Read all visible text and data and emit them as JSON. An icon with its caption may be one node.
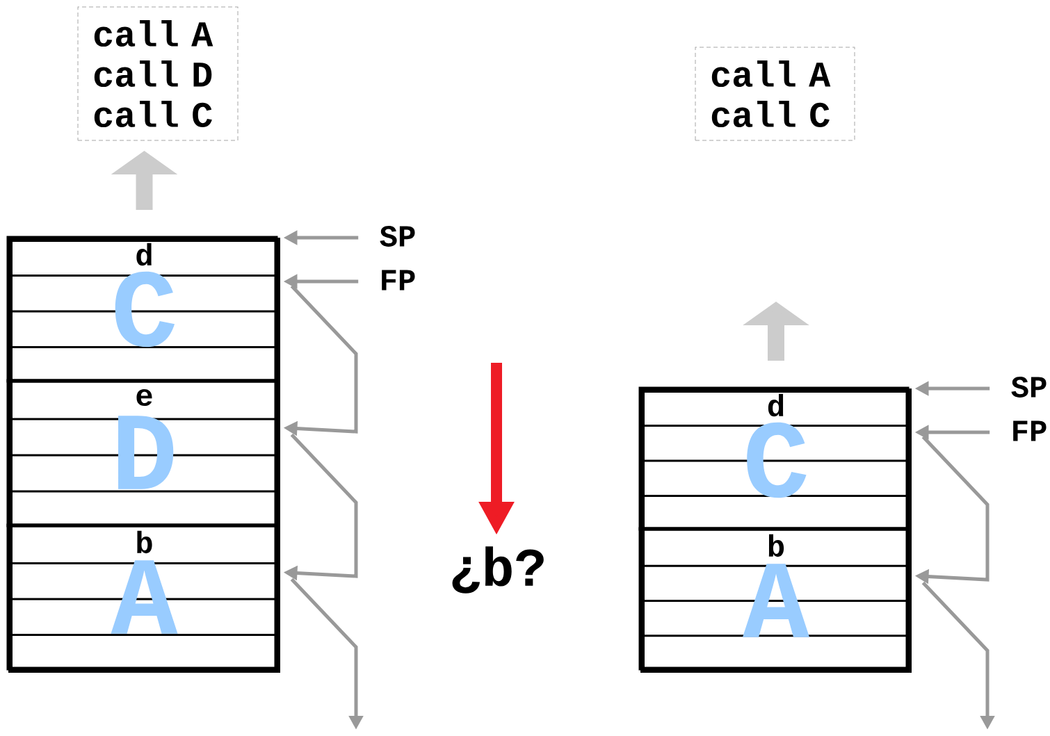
{
  "diagram": {
    "nodes": [
      {
        "text": [
          "call A call D call C"
        ]
      },
      {
        "text": [
          "call A call C"
        ]
      },
      {
        "text": [],
        "shape": "box"
      },
      {
        "text": [
          "d",
          "C"
        ],
        "in": 2
      },
      {
        "text": [
          "e",
          "D"
        ],
        "in": 2
      },
      {
        "text": [
          "b",
          "A"
        ],
        "in": 2
      },
      {
        "text": [
          "SP"
        ]
      },
      {
        "text": [
          "FP"
        ]
      },
      {
        "text": [],
        "shape": "box"
      },
      {
        "text": [
          "d",
          "C"
        ],
        "in": 8
      },
      {
        "text": [
          "b",
          "A"
        ],
        "in": 8
      },
      {
        "text": [
          "SP"
        ]
      },
      {
        "text": [
          "FP"
        ]
      }
    ],
    "edges": [
      {
        "from": 6,
        "to": 3,
        "arrow": "to"
      },
      {
        "from": 7,
        "to": 3,
        "arrow": "to"
      },
      {
        "from": 3,
        "to": 4,
        "arrow": "to"
      },
      {
        "from": 4,
        "to": 5,
        "arrow": "to"
      },
      {
        "from": 5,
        "to": null,
        "arrow": "to"
      },
      {
        "from": 11,
        "to": 9,
        "arrow": "to"
      },
      {
        "from": 12,
        "to": 9,
        "arrow": "to"
      },
      {
        "from": 9,
        "to": 10,
        "arrow": "to"
      },
      {
        "from": 10,
        "to": null,
        "arrow": "to"
      }
    ],
    "labels": [
      "¿b?"
    ]
  }
}
